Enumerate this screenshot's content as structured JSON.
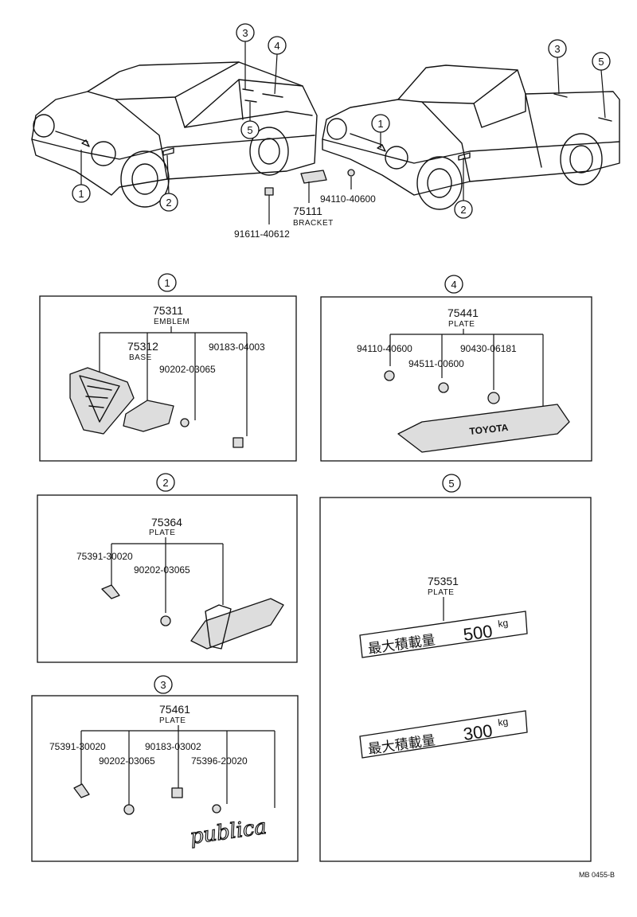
{
  "callouts": {
    "c1": "1",
    "c2": "2",
    "c3": "3",
    "c4": "4",
    "c5": "5"
  },
  "top": {
    "bolt_pn": "91611-40612",
    "bracket_pn": "75111",
    "bracket_name": "BRACKET",
    "grommet_pn": "94110-40600"
  },
  "sections": {
    "s1": {
      "title": "1",
      "main_pn": "75311",
      "main_name": "EMBLEM",
      "base_pn": "75312",
      "base_name": "BASE",
      "clip_pn": "90202-03065",
      "nut_pn": "90183-04003"
    },
    "s2": {
      "title": "2",
      "main_pn": "75364",
      "main_name": "PLATE",
      "clip_pn": "75391-30020",
      "grommet_pn": "90202-03065"
    },
    "s3": {
      "title": "3",
      "main_pn": "75461",
      "main_name": "PLATE",
      "clip_pn": "75391-30020",
      "grommet_pn": "90202-03065",
      "nut_pn": "90183-03002",
      "clip2_pn": "75396-20020",
      "logo_text": "publica"
    },
    "s4": {
      "title": "4",
      "main_pn": "75441",
      "main_name": "PLATE",
      "grommet_pn": "94110-40600",
      "washer_pn": "94511-00600",
      "nut_pn": "90430-06181",
      "plate_text": "TOYOTA"
    },
    "s5": {
      "title": "5",
      "main_pn": "75351",
      "main_name": "PLATE",
      "plate1_jp": "最大積載量",
      "plate1_val": "500",
      "plate2_jp": "最大積載量",
      "plate2_val": "300",
      "unit": "kg"
    }
  },
  "footer_ref": "MB 0455-B"
}
